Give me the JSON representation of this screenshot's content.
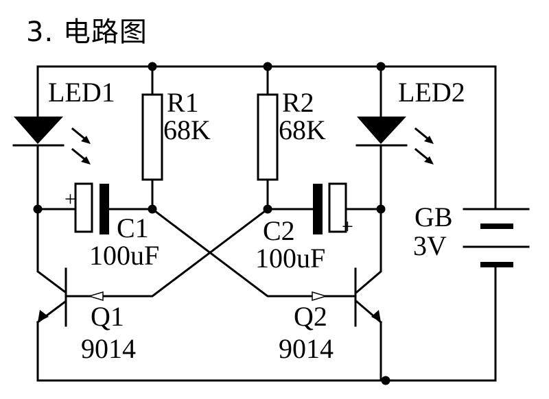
{
  "title": "3. 电路图",
  "components": {
    "led1": {
      "name": "LED1"
    },
    "led2": {
      "name": "LED2"
    },
    "r1": {
      "name": "R1",
      "value": "68K"
    },
    "r2": {
      "name": "R2",
      "value": "68K"
    },
    "c1": {
      "name": "C1",
      "value": "100uF",
      "polarity": "+"
    },
    "c2": {
      "name": "C2",
      "value": "100uF",
      "polarity": "+"
    },
    "q1": {
      "name": "Q1",
      "model": "9014"
    },
    "q2": {
      "name": "Q2",
      "model": "9014"
    },
    "battery": {
      "name": "GB",
      "value": "3V"
    }
  }
}
